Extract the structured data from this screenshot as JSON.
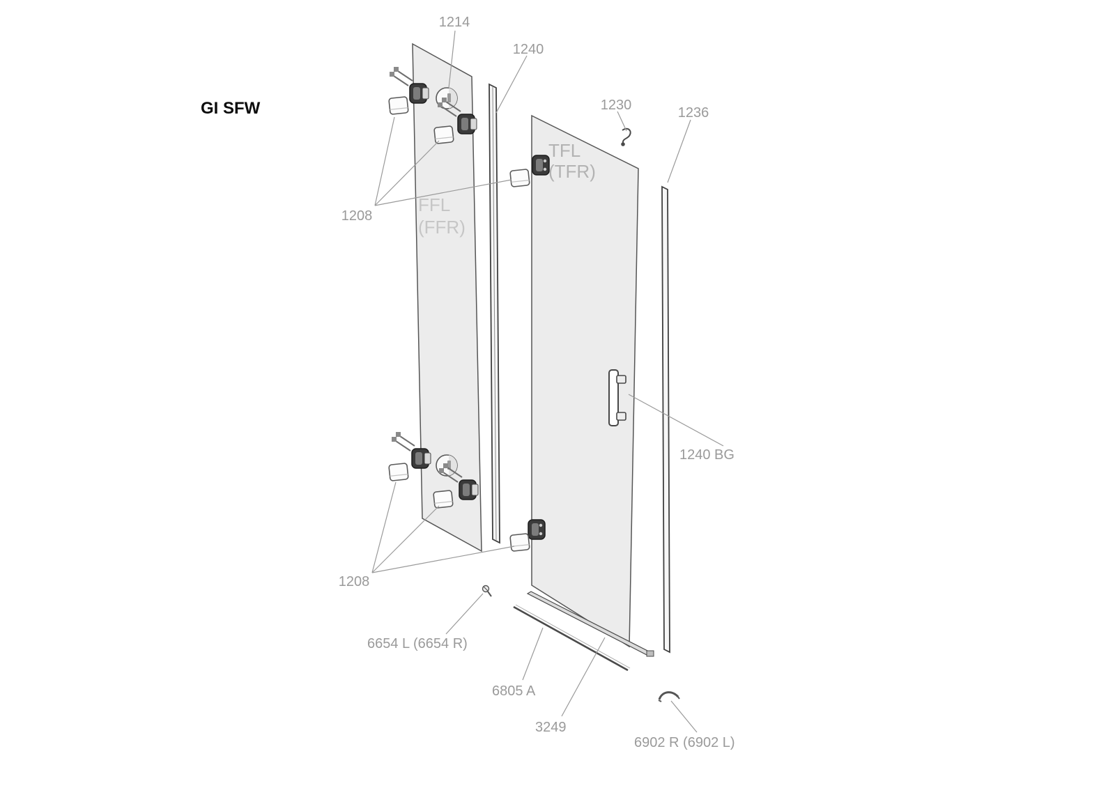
{
  "diagram": {
    "title": "GI SFW",
    "labels": {
      "p1214": "1214",
      "p1240": "1240",
      "p1230": "1230",
      "p1236": "1236",
      "p1208_top": "1208",
      "p1208_bottom": "1208",
      "panel_left_line1": "FFL",
      "panel_left_line2": "(FFR)",
      "panel_right_line1": "TFL",
      "panel_right_line2": "(TFR)",
      "p1240bg": "1240 BG",
      "p6654": "6654 L (6654 R)",
      "p6805": "6805 A",
      "p3249": "3249",
      "p6902": "6902 R (6902 L)"
    },
    "colors": {
      "background": "#ffffff",
      "label_gray": "#9a9a9a",
      "panel_label_gray": "#c6c6c6",
      "glass_fill": "#ececec",
      "outline": "#555555",
      "hardware_dark": "#3b3b3b"
    }
  }
}
